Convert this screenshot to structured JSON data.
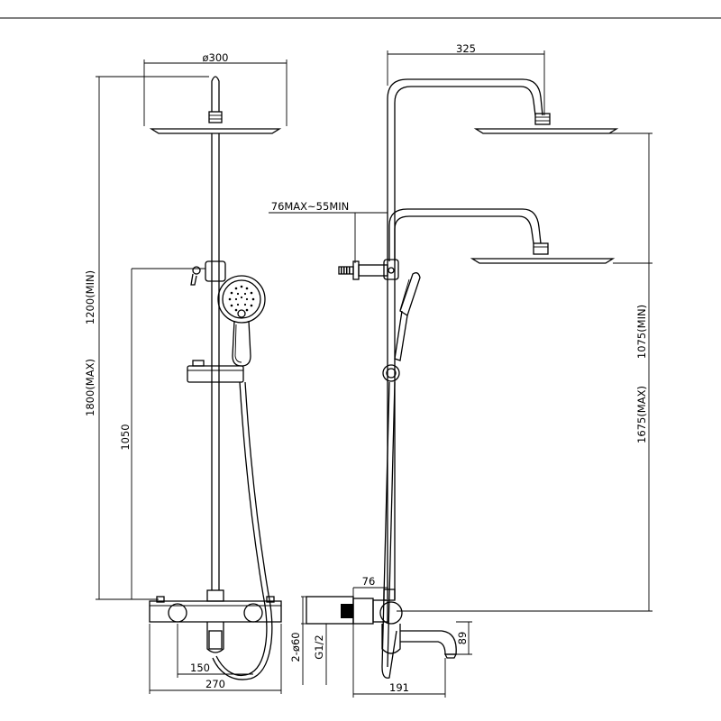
{
  "front_view": {
    "head_diameter": "ø300",
    "height_min": "1200(MIN)",
    "height_max": "1800(MAX)",
    "height_holder": "1050",
    "spout_offset": "150",
    "mixer_width": "270"
  },
  "side_view": {
    "arm_reach": "325",
    "wall_distance": "76MAX~55MIN",
    "head_height_min": "1075(MIN)",
    "head_height_max": "1675(MAX)",
    "inlet_depth": "76",
    "inlet_spec": "2-ø60",
    "thread": "G1/2",
    "spout_drop": "89",
    "total_depth": "191"
  }
}
